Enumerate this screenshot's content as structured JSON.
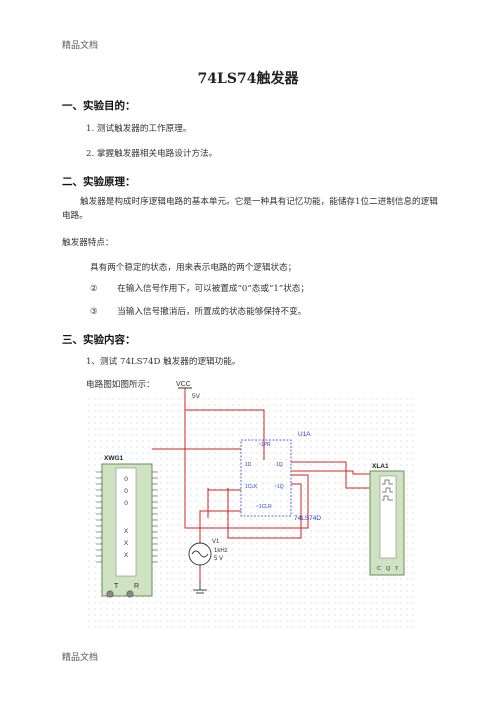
{
  "header": {
    "text": "精品文档"
  },
  "footer": {
    "text": "精品文档"
  },
  "doc": {
    "title": "74LS74触发器",
    "section1": {
      "heading": "一、实验目的：",
      "items": [
        "1. 测试触发器的工作原理。",
        "2. 掌握触发器相关电路设计方法。"
      ]
    },
    "section2": {
      "heading": "二、实验原理：",
      "para": "触发器是构成时序逻辑电路的基本单元。它是一种具有记忆功能，能储存1位二进制信息的逻辑电路。",
      "features_label": "触发器特点：",
      "features_intro": "具有两个稳定的状态，用来表示电路的两个逻辑状态；",
      "features": [
        {
          "mark": "②",
          "text": "在输入信号作用下，可以被置成“0”态或“1”状态；"
        },
        {
          "mark": "③",
          "text": "当输入信号撤消后，所置成的状态能够保持不变。"
        }
      ]
    },
    "section3": {
      "heading": "三、实验内容：",
      "item1": "1、测试 74LS74D 触发器的逻辑功能。",
      "circuit_label": "电路图如图所示："
    }
  },
  "circuit": {
    "vcc_label": "VCC",
    "vcc_value": "5V",
    "word_gen_label": "XWG1",
    "word_gen_values": [
      "0",
      "0",
      "0",
      "X",
      "X",
      "X"
    ],
    "word_gen_t": "T",
    "word_gen_r": "R",
    "ic_label": "U1A",
    "ic_part": "74LS74D",
    "ic_pins": [
      "~1PR",
      "1D",
      "1Q",
      "1CLK",
      "~1Q",
      "~1CLR"
    ],
    "source_label": "V1",
    "source_freq": "1kHz",
    "source_volt": "5 V",
    "analyzer_label": "XLA1",
    "analyzer_pins": [
      "C",
      "Q",
      "T"
    ],
    "colors": {
      "wire_red": "#d42020",
      "grid": "#b8b8b8",
      "ic_box": "#2a40c8"
    }
  }
}
